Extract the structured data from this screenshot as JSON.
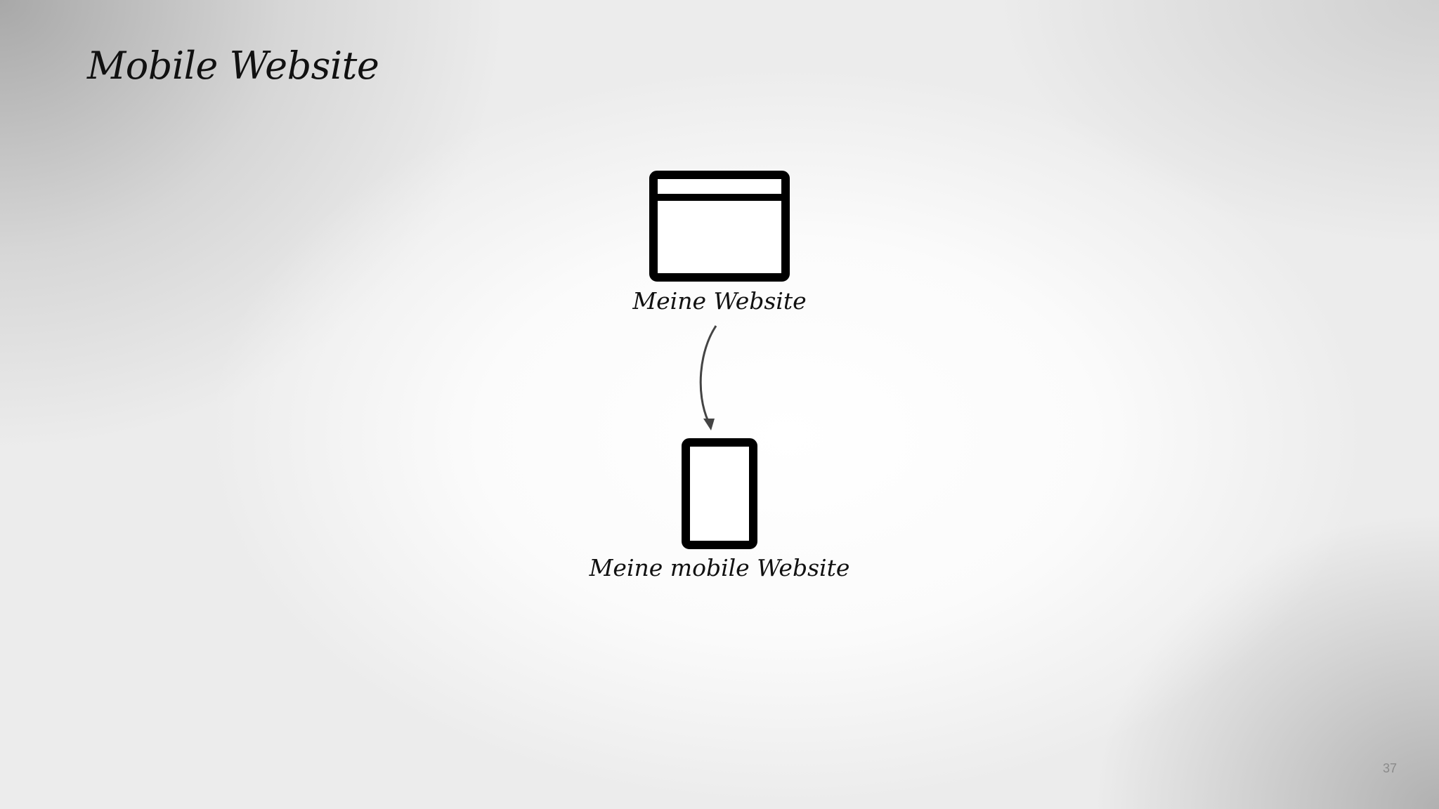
{
  "slide": {
    "title": "Mobile Website",
    "page_number": "37"
  },
  "diagram": {
    "nodes": [
      {
        "id": "desktop",
        "label": "Meine Website",
        "icon": "browser-window-icon"
      },
      {
        "id": "mobile",
        "label": "Meine mobile Website",
        "icon": "mobile-phone-icon"
      }
    ],
    "edges": [
      {
        "from": "desktop",
        "to": "mobile"
      }
    ],
    "colors": {
      "icon_stroke": "#000000",
      "icon_fill": "#ffffff",
      "arrow": "#444444",
      "text": "#111111"
    }
  }
}
